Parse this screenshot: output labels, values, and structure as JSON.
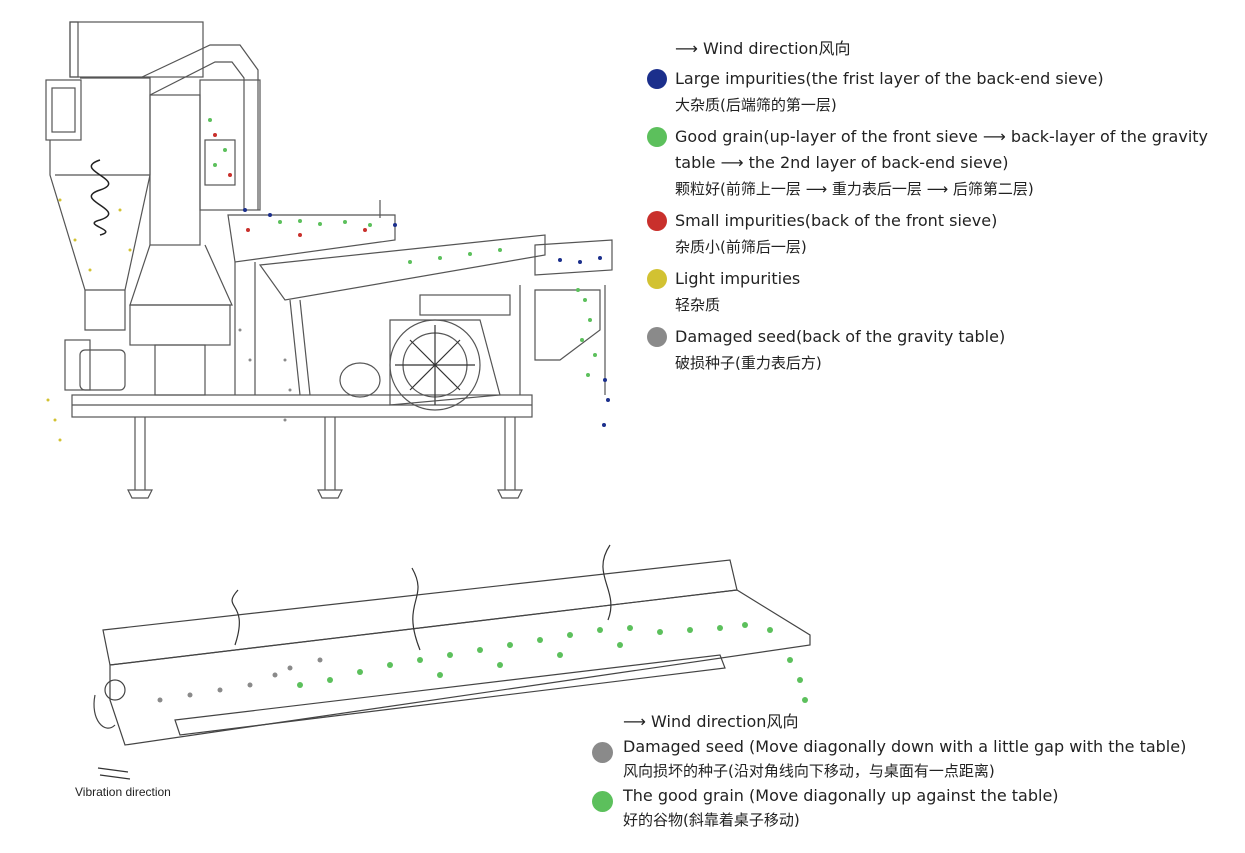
{
  "legend_top": {
    "wind": "⟶ Wind direction风向",
    "items": [
      {
        "color": "#1b2f8c",
        "en": "Large impurities(the frist layer of the back-end sieve)",
        "zh": "大杂质(后端筛的第一层)"
      },
      {
        "color": "#5cc05c",
        "en": "Good grain(up-layer of the front sieve ⟶ back-layer of the gravity",
        "en2": "table ⟶ the 2nd layer of back-end sieve)",
        "zh": "颗粒好(前筛上一层 ⟶ 重力表后一层 ⟶ 后筛第二层)"
      },
      {
        "color": "#c9302c",
        "en": "Small impurities(back of the front sieve)",
        "zh": "杂质小(前筛后一层)"
      },
      {
        "color": "#d2c232",
        "en": "Light impurities",
        "zh": "轻杂质"
      },
      {
        "color": "#8a8a8a",
        "en": "Damaged seed(back of the gravity table)",
        "zh": "破损种子(重力表后方)"
      }
    ]
  },
  "legend_bottom": {
    "wind": "⟶ Wind direction风向",
    "items": [
      {
        "color": "#8a8a8a",
        "en": "Damaged seed (Move diagonally down with a little gap with the table)",
        "zh": "风向损坏的种子(沿对角线向下移动，与桌面有一点距离)"
      },
      {
        "color": "#5cc05c",
        "en": "The good grain (Move diagonally up against the table)",
        "zh": "好的谷物(斜靠着桌子移动)"
      }
    ]
  },
  "vibration_label": "Vibration direction"
}
